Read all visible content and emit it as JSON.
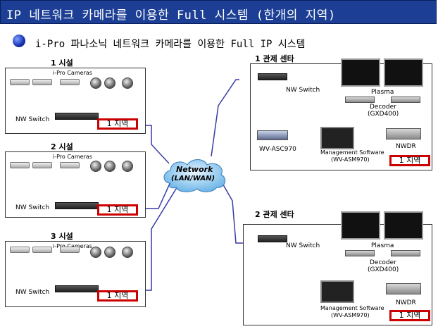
{
  "header": {
    "title": "IP 네트워크 카메라를 이용한 Full 시스템 (한개의 지역)",
    "subtitle": "i-Pro 파나소닉 네트워크 카메라를 이용한 Full IP 시스템"
  },
  "sites": [
    {
      "name": "1 시설",
      "cameras_label": "i-Pro Cameras",
      "switch_label": "NW Switch",
      "region": "1 지역"
    },
    {
      "name": "2 시설",
      "cameras_label": "i-Pro Cameras",
      "switch_label": "NW Switch",
      "region": "1 지역"
    },
    {
      "name": "3 시설",
      "cameras_label": "i-Pro Cameras",
      "switch_label": "NW Switch",
      "region": "1 지역"
    }
  ],
  "network": {
    "line1": "Network",
    "line2": "(LAN/WAN)"
  },
  "centers": [
    {
      "name": "1 관제 센타",
      "switch_label": "NW Switch",
      "plasma": "Plasma",
      "decoder": "Decoder",
      "decoder_model": "(GXD400)",
      "asc": "WV-ASC970",
      "software": "Management Software",
      "software_model": "(WV-ASM970)",
      "nwdr": "NWDR",
      "region": "1 지역"
    },
    {
      "name": "2 관제 센타",
      "switch_label": "NW Switch",
      "plasma": "Plasma",
      "decoder": "Decoder",
      "decoder_model": "(GXD400)",
      "software": "Management Software",
      "software_model": "(WV-ASM970)",
      "nwdr": "NWDR",
      "region": "1 지역"
    }
  ],
  "colors": {
    "title_bg": "#1c3f95",
    "link": "#3a3aa8",
    "region_border": "#cc0000"
  }
}
